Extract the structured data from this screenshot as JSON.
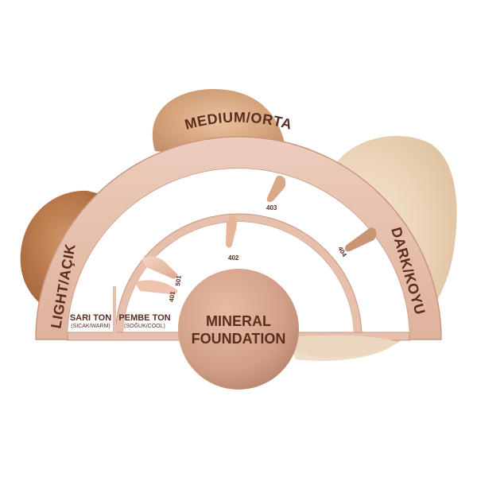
{
  "arc_labels": {
    "medium": "MEDIUM/ORTA",
    "light": "LIGHT/AÇIK",
    "dark": "DARK/KOYU"
  },
  "tones": {
    "warm": {
      "title": "SARI TON",
      "subtitle": "(SICAK/WARM)"
    },
    "cool": {
      "title": "PEMBE TON",
      "subtitle": "(SOĞUK/COOL)"
    }
  },
  "shades": {
    "s401": "401",
    "s501": "501",
    "s402": "402",
    "s403": "403",
    "s404": "404"
  },
  "center": {
    "line1": "MINERAL",
    "line2": "FOUNDATION"
  },
  "colors": {
    "band": "#e6c0ad",
    "band_edge": "#c9977f",
    "text": "#5a2e1f",
    "center_disc": "#d9a88f",
    "swatch_dark": "#b87a4e",
    "swatch_medium": "#d8ab86",
    "swatch_light": "#e9d3b8"
  }
}
